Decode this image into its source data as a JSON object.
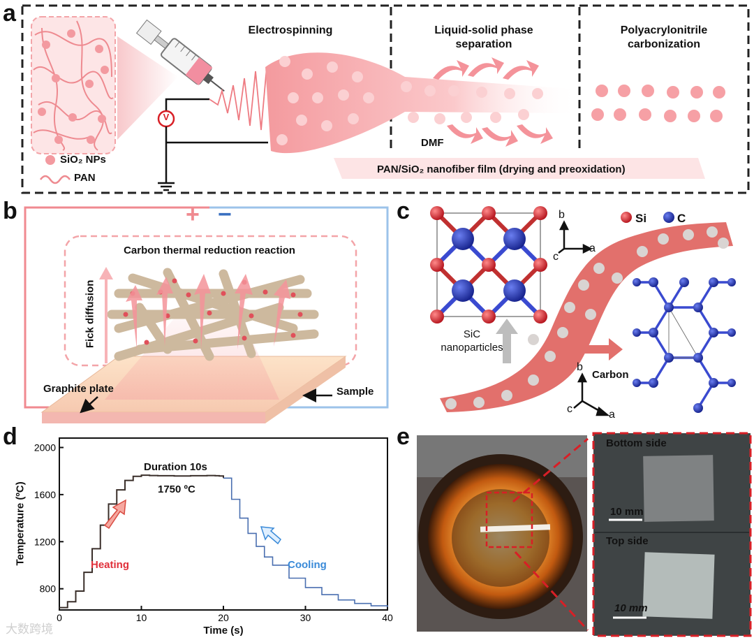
{
  "colors": {
    "pink": "#f0a0a4",
    "pink_light": "#fbd6d8",
    "red": "#e8494f",
    "blue": "#2c3fb8",
    "blue_light": "#9cc3ea",
    "tan": "#cbb79a",
    "dash_red": "#d81f26"
  },
  "panel_a": {
    "label": "a",
    "steps": [
      "Electrospinning",
      "Liquid-solid phase separation",
      "Polyacrylonitrile carbonization"
    ],
    "voltage_symbol": "V",
    "legend": {
      "nps": "SiO₂ NPs",
      "pan": "PAN"
    },
    "dmf": "DMF",
    "film_label": "PAN/SiO₂ nanofiber film (drying and preoxidation)"
  },
  "panel_b": {
    "label": "b",
    "plus": "+",
    "minus": "−",
    "reaction": "Carbon thermal reduction reaction",
    "fick": "Fick diffusion",
    "graphite": "Graphite plate",
    "sample": "Sample"
  },
  "panel_c": {
    "label": "c",
    "legend_si": "Si",
    "legend_c": "C",
    "sic": "SiC nanoparticles",
    "carbon": "Carbon",
    "axis_b": "b",
    "axis_a": "a",
    "axis_c": "c"
  },
  "panel_d": {
    "label": "d",
    "duration": "Duration 10s",
    "temp": "1750 ºC",
    "heating": "Heating",
    "cooling": "Cooling",
    "xlabel": "Time (s)",
    "ylabel": "Temperature (ºC)"
  },
  "panel_e": {
    "label": "e",
    "bottom": "Bottom side",
    "top": "Top side",
    "scale": "10 mm"
  },
  "watermark": "大数跨境",
  "chart_data": {
    "type": "line",
    "title": "",
    "xlabel": "Time (s)",
    "ylabel": "Temperature (ºC)",
    "xlim": [
      0,
      40
    ],
    "ylim": [
      620,
      2080
    ],
    "xticks": [
      0,
      10,
      20,
      30,
      40
    ],
    "yticks": [
      800,
      1200,
      1600,
      2000
    ],
    "series": [
      {
        "x": [
          0,
          1,
          2,
          3,
          4,
          5,
          6,
          7,
          8,
          9,
          10,
          11,
          12,
          14,
          16,
          18,
          19,
          19.5,
          20,
          21,
          22,
          23,
          24,
          25,
          26,
          28,
          30,
          32,
          34,
          36,
          38,
          40
        ],
        "y": [
          640,
          690,
          780,
          940,
          1140,
          1340,
          1520,
          1640,
          1720,
          1755,
          1765,
          1762,
          1760,
          1758,
          1760,
          1762,
          1760,
          1758,
          1740,
          1560,
          1400,
          1270,
          1160,
          1070,
          1000,
          890,
          810,
          750,
          705,
          675,
          655,
          645
        ]
      }
    ]
  }
}
